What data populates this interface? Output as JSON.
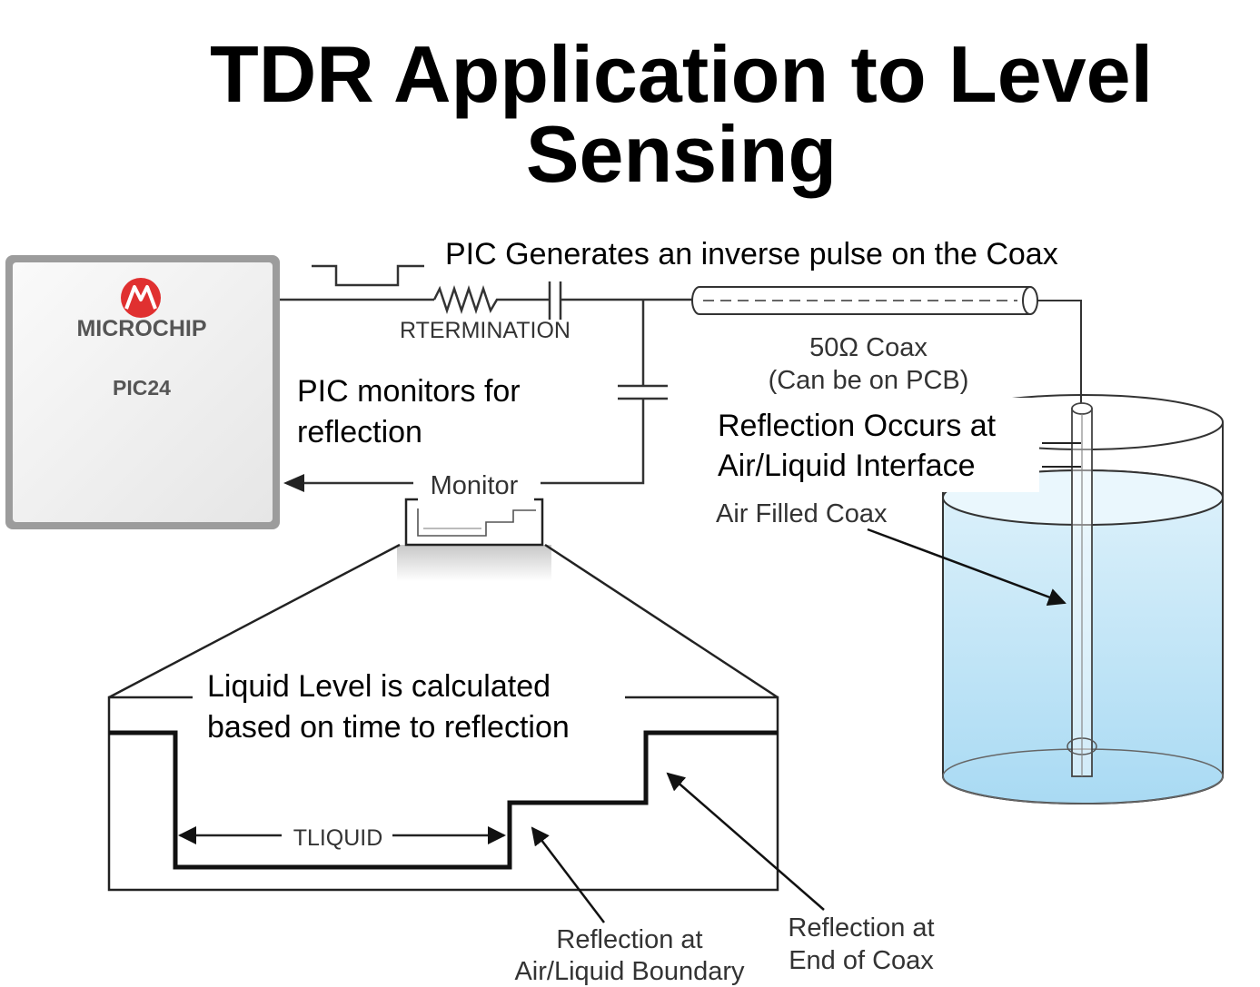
{
  "title": {
    "line1": "TDR Application to Level",
    "line2": "Sensing"
  },
  "chip": {
    "brand": "MICROCHIP",
    "model": "PIC24"
  },
  "annotations": {
    "pulse": "PIC Generates an inverse pulse on the Coax",
    "monitor_line1": "PIC monitors for",
    "monitor_line2": "reflection",
    "reflection_line1": "Reflection Occurs at",
    "reflection_line2": "Air/Liquid Interface",
    "level_line1": "Liquid Level is calculated",
    "level_line2": "based on time to reflection"
  },
  "labels": {
    "resistor": "RTERMINATION",
    "coax_line1": "50Ω Coax",
    "coax_line2": "(Can be on PCB)",
    "monitor": "Monitor",
    "air_coax": "Air Filled Coax",
    "tliquid": "TLIQUID",
    "refl_boundary_line1": "Reflection at",
    "refl_boundary_line2": "Air/Liquid Boundary",
    "refl_end_line1": "Reflection at",
    "refl_end_line2": "End of Coax"
  },
  "colors": {
    "liquid_top": "#d8effa",
    "liquid_bottom": "#a8d8f2",
    "chip_border": "#9a9a9a",
    "logo_red": "#e03030"
  }
}
